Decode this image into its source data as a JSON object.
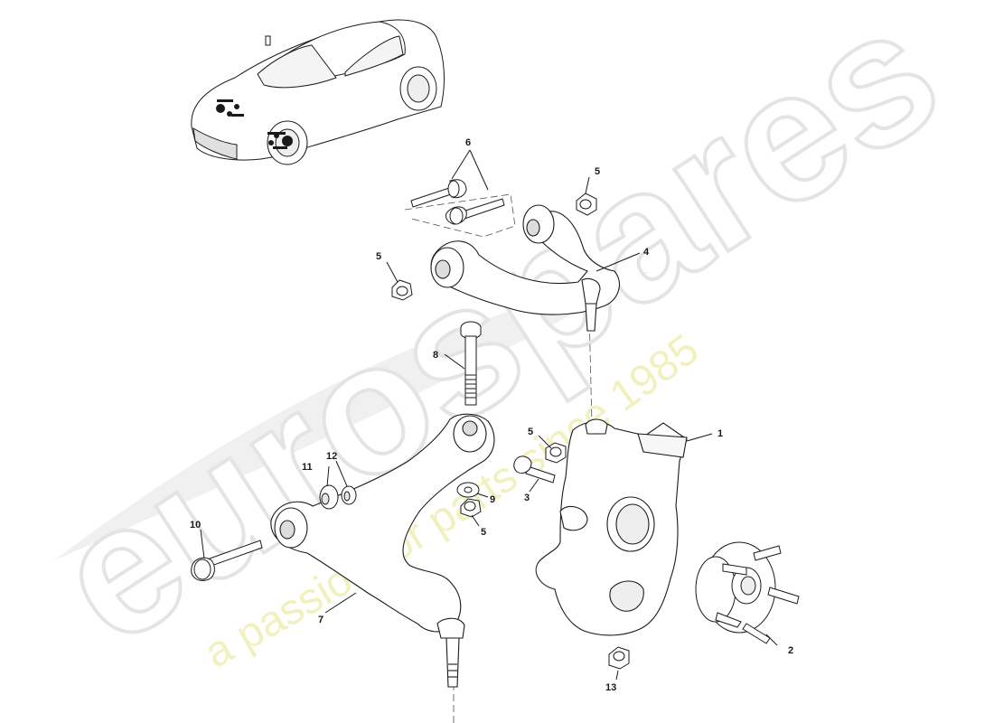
{
  "watermark": {
    "brand": "eurospares",
    "tagline": "a passion for parts since 1985",
    "brand_color": "#e6e6e6",
    "tagline_color": "#f3f3bf"
  },
  "parts": [
    {
      "id": "p1",
      "label": "1",
      "name": "steering knuckle"
    },
    {
      "id": "p2",
      "label": "2",
      "name": "wheel hub"
    },
    {
      "id": "p3",
      "label": "3",
      "name": "bolt"
    },
    {
      "id": "p4",
      "label": "4",
      "name": "upper control arm"
    },
    {
      "id": "p5a",
      "label": "5",
      "name": "nut"
    },
    {
      "id": "p5b",
      "label": "5",
      "name": "nut"
    },
    {
      "id": "p5c",
      "label": "5",
      "name": "nut"
    },
    {
      "id": "p5d",
      "label": "5",
      "name": "nut"
    },
    {
      "id": "p6",
      "label": "6",
      "name": "bolts"
    },
    {
      "id": "p7",
      "label": "7",
      "name": "lower control arm"
    },
    {
      "id": "p8",
      "label": "8",
      "name": "long bolt"
    },
    {
      "id": "p9",
      "label": "9",
      "name": "washer"
    },
    {
      "id": "p10",
      "label": "10",
      "name": "bolt"
    },
    {
      "id": "p11",
      "label": "11",
      "name": "bush"
    },
    {
      "id": "p12",
      "label": "12",
      "name": "bush"
    },
    {
      "id": "p13",
      "label": "13",
      "name": "nut"
    }
  ],
  "colors": {
    "line": "#1a1a1a",
    "fill": "#ffffff",
    "shade": "#d9d9d9"
  }
}
